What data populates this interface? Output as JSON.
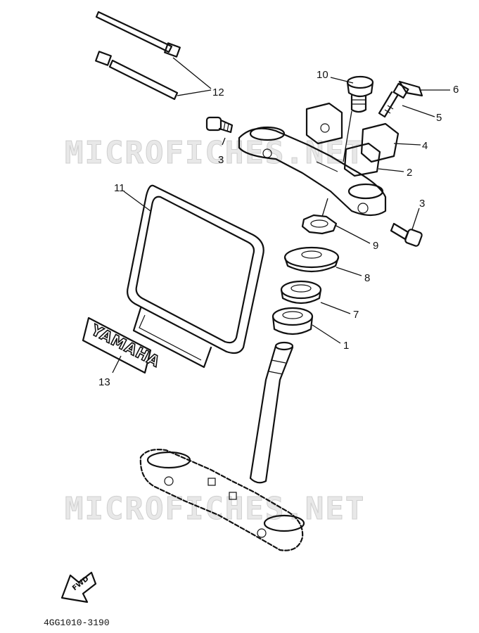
{
  "diagram": {
    "watermarks": [
      "MICROFICHES.NET",
      "MICROFICHES.NET"
    ],
    "emblem_text": "YAMAHA",
    "fwd_label": "FWD",
    "part_code": "4GG1010-3190",
    "callouts": [
      {
        "id": "c10",
        "label": "10"
      },
      {
        "id": "c6",
        "label": "6"
      },
      {
        "id": "c5",
        "label": "5"
      },
      {
        "id": "c4",
        "label": "4"
      },
      {
        "id": "c2",
        "label": "2"
      },
      {
        "id": "c3a",
        "label": "3"
      },
      {
        "id": "c3b",
        "label": "3"
      },
      {
        "id": "c9",
        "label": "9"
      },
      {
        "id": "c8",
        "label": "8"
      },
      {
        "id": "c7",
        "label": "7"
      },
      {
        "id": "c1",
        "label": "1"
      },
      {
        "id": "c11",
        "label": "11"
      },
      {
        "id": "c12",
        "label": "12"
      },
      {
        "id": "c13",
        "label": "13"
      }
    ]
  }
}
